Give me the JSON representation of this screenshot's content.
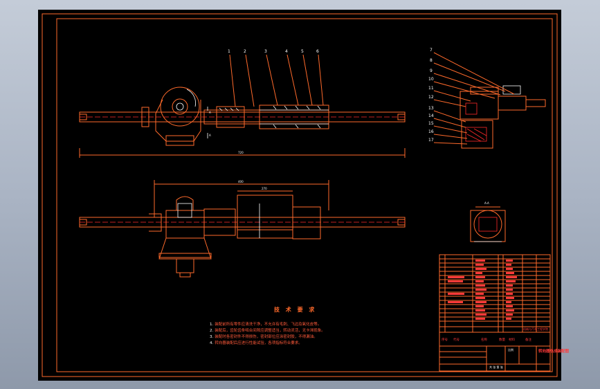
{
  "drawing": {
    "title": "转向器总成装配图",
    "dimensions": {
      "top_overall": "720",
      "middle_overall": "400",
      "middle_inner": "270",
      "section_label": "A-A"
    },
    "part_labels_top": [
      "1",
      "2",
      "3",
      "4",
      "5",
      "6"
    ],
    "part_labels_right": [
      "7",
      "8",
      "9",
      "10",
      "11",
      "12",
      "13",
      "14",
      "15",
      "16",
      "17"
    ],
    "cut_marks": [
      "A",
      "A"
    ],
    "notes_title": "技 术 要 求",
    "notes": [
      {
        "n": "1.",
        "text": "装配前所有零件应清洗干净，不允许有毛刺、飞边及氧化皮等。"
      },
      {
        "n": "2.",
        "text": "装配后，齿轮齿条啮合间隙应调整适当，转动灵活，无卡滞现象。"
      },
      {
        "n": "3.",
        "text": "装配时各密封件不得损伤，密封部位应涂密封胶，不得漏油。"
      },
      {
        "n": "4.",
        "text": "转向器装配后应进行性能试验，各项指标符合要求。"
      }
    ]
  },
  "titleblock": {
    "title": "转向器总成装配图",
    "school": "机械与汽车工程学院",
    "scale_label": "比例",
    "sheet_label": "共 张 第 张",
    "header_labels": [
      "序号",
      "代号",
      "名称",
      "数量",
      "材料",
      "备注"
    ]
  }
}
